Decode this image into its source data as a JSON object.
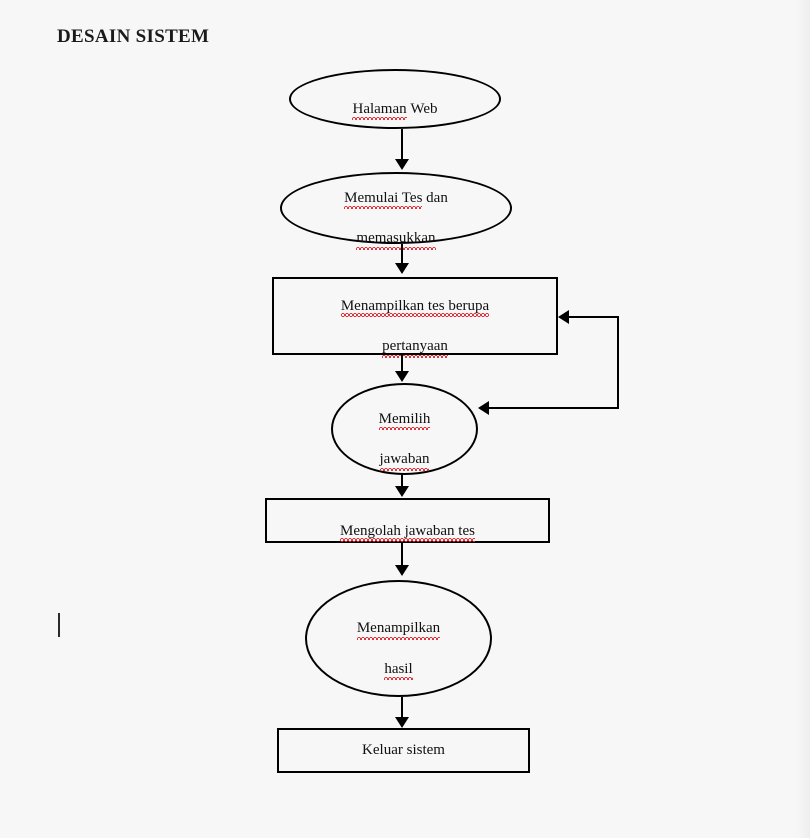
{
  "page": {
    "title": "DESAIN SISTEM",
    "background_color": "#f7f7f7",
    "line_color": "#000000",
    "text_color": "#111111",
    "spellcheck_underline_color": "#d8242e"
  },
  "diagram": {
    "type": "flowchart",
    "orientation": "top-to-bottom",
    "nodes": [
      {
        "id": "halaman-web",
        "shape": "ellipse",
        "text": "Halaman Web",
        "line1": "Halaman",
        "line2": "Web",
        "misspelled": [
          "Halaman"
        ]
      },
      {
        "id": "memulai-tes",
        "shape": "ellipse",
        "text": "Memulai Tes dan memasukkan",
        "line1": "Memulai Tes",
        "line1b": " dan",
        "line2": "memasukkan",
        "misspelled": [
          "Memulai",
          "Tes",
          "memasukkan"
        ]
      },
      {
        "id": "menampilkan-tes",
        "shape": "rectangle",
        "text": "Menampilkan tes berupa pertanyaan",
        "line1": "Menampilkan tes berupa",
        "line2": "pertanyaan",
        "misspelled": [
          "Menampilkan",
          "tes",
          "berupa",
          "pertanyaan"
        ]
      },
      {
        "id": "memilih-jawaban",
        "shape": "ellipse",
        "text": "Memilih jawaban",
        "line1": "Memilih",
        "line2": "jawaban",
        "misspelled": [
          "Memilih",
          "jawaban"
        ]
      },
      {
        "id": "mengolah-jawaban",
        "shape": "rectangle",
        "text": "Mengolah jawaban tes",
        "line1": "Mengolah jawaban tes",
        "misspelled": [
          "Mengolah",
          "jawaban",
          "tes"
        ]
      },
      {
        "id": "menampilkan-hasil",
        "shape": "ellipse",
        "text": "Menampilkan hasil",
        "line1": "Menampilkan",
        "line2": "hasil",
        "misspelled": [
          "Menampilkan",
          "hasil"
        ]
      },
      {
        "id": "keluar-sistem",
        "shape": "rectangle",
        "text": "Keluar sistem",
        "line1": "Keluar sistem",
        "misspelled": []
      }
    ],
    "edges": [
      {
        "from": "halaman-web",
        "to": "memulai-tes",
        "style": "straight-down"
      },
      {
        "from": "memulai-tes",
        "to": "menampilkan-tes",
        "style": "straight-down"
      },
      {
        "from": "menampilkan-tes",
        "to": "memilih-jawaban",
        "style": "straight-down"
      },
      {
        "from": "memilih-jawaban",
        "to": "mengolah-jawaban",
        "style": "straight-down"
      },
      {
        "from": "mengolah-jawaban",
        "to": "menampilkan-hasil",
        "style": "straight-down"
      },
      {
        "from": "menampilkan-hasil",
        "to": "keluar-sistem",
        "style": "straight-down"
      },
      {
        "from": "menampilkan-tes",
        "to": "memilih-jawaban",
        "style": "loop-right-feedback"
      }
    ]
  }
}
